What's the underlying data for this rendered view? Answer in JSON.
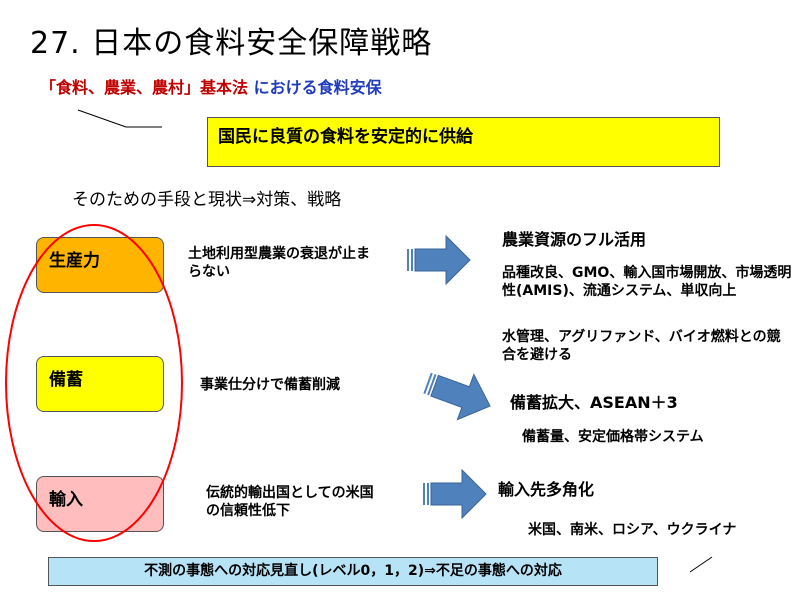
{
  "title": "27. 日本の食料安全保障戦略",
  "subtitle": {
    "law": "「食料、農業、農村」基本法",
    "suffix": "における食料安保"
  },
  "goal": "国民に良質の食料を安定的に供給",
  "means_heading": "そのための手段と現状⇒対策、戦略",
  "rows": [
    {
      "factor": "生産力",
      "factor_color": "#ffb400",
      "situation": "土地利用型農業の衰退が止まらない",
      "strategy": "農業資源のフル活用",
      "details": [
        "品種改良、GMO、輸入国市場開放、市場透明性(AMIS)、流通システム、単収向上",
        "水管理、アグリファンド、バイオ燃料との競合を避ける"
      ]
    },
    {
      "factor": "備蓄",
      "factor_color": "#ffff00",
      "situation": "事業仕分けで備蓄削減",
      "strategy": "備蓄拡大、ASEAN＋3",
      "details": [
        "備蓄量、安定価格帯システム"
      ]
    },
    {
      "factor": "輸入",
      "factor_color": "#ffbdbd",
      "situation": "伝統的輸出国としての米国の信頼性低下",
      "strategy": "輸入先多角化",
      "details": [
        "米国、南米、ロシア、ウクライナ"
      ]
    }
  ],
  "footer": "不測の事態への対応見直し(レベル0，1，2)⇒不足の事態への対応",
  "colors": {
    "goal_box": "#ffff00",
    "footer_box": "#b7e3f7",
    "arrow_fill": "#4f81bd",
    "ellipse_stroke": "#ff0000"
  }
}
